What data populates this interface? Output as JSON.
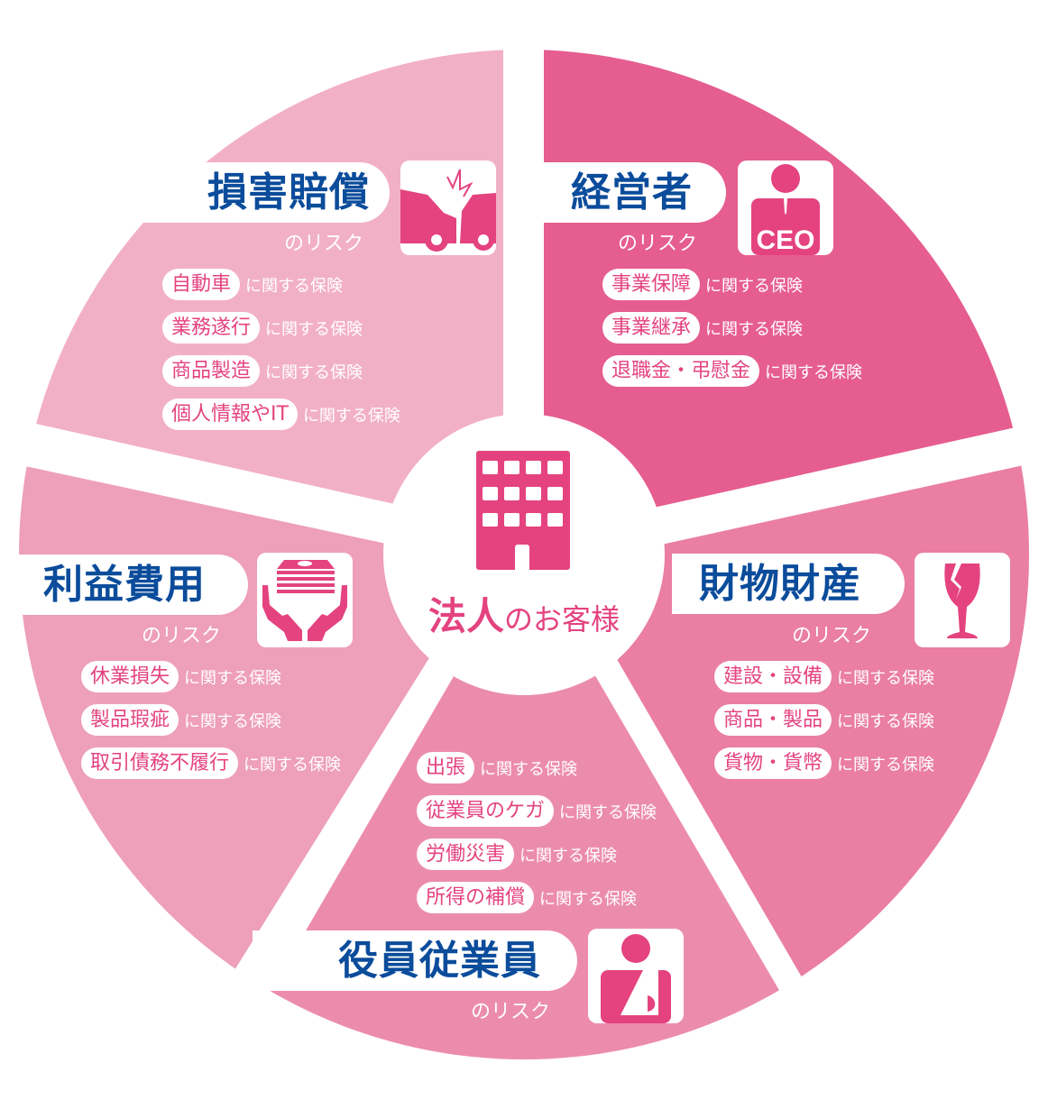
{
  "colors": {
    "wedge_damages": "#f2b0c6",
    "wedge_executives": "#e65d8f",
    "wedge_property": "#ea7ea3",
    "wedge_employees": "#ec8cac",
    "wedge_profit": "#ee9fba",
    "title_blue": "#0b4c9b",
    "accent_pink": "#e4437f"
  },
  "center": {
    "title_bold": "法人",
    "title_rest": "のお客様",
    "icon": "building-icon"
  },
  "common": {
    "risk_suffix": "のリスク",
    "item_suffix": "に関する保険"
  },
  "sections": {
    "damages": {
      "title": "損害賠償",
      "icon": "car-crash-icon",
      "items": [
        "自動車",
        "業務遂行",
        "商品製造",
        "個人情報やIT"
      ]
    },
    "executives": {
      "title": "経営者",
      "icon": "ceo-icon",
      "icon_text": "CEO",
      "items": [
        "事業保障",
        "事業継承",
        "退職金・弔慰金"
      ]
    },
    "profit": {
      "title": "利益費用",
      "icon": "hands-money-icon",
      "items": [
        "休業損失",
        "製品瑕疵",
        "取引債務不履行"
      ]
    },
    "property": {
      "title": "財物財産",
      "icon": "broken-glass-icon",
      "items": [
        "建設・設備",
        "商品・製品",
        "貨物・貨幣"
      ]
    },
    "employees": {
      "title": "役員従業員",
      "icon": "injured-person-icon",
      "items": [
        "出張",
        "従業員のケガ",
        "労働災害",
        "所得の補償"
      ]
    }
  }
}
